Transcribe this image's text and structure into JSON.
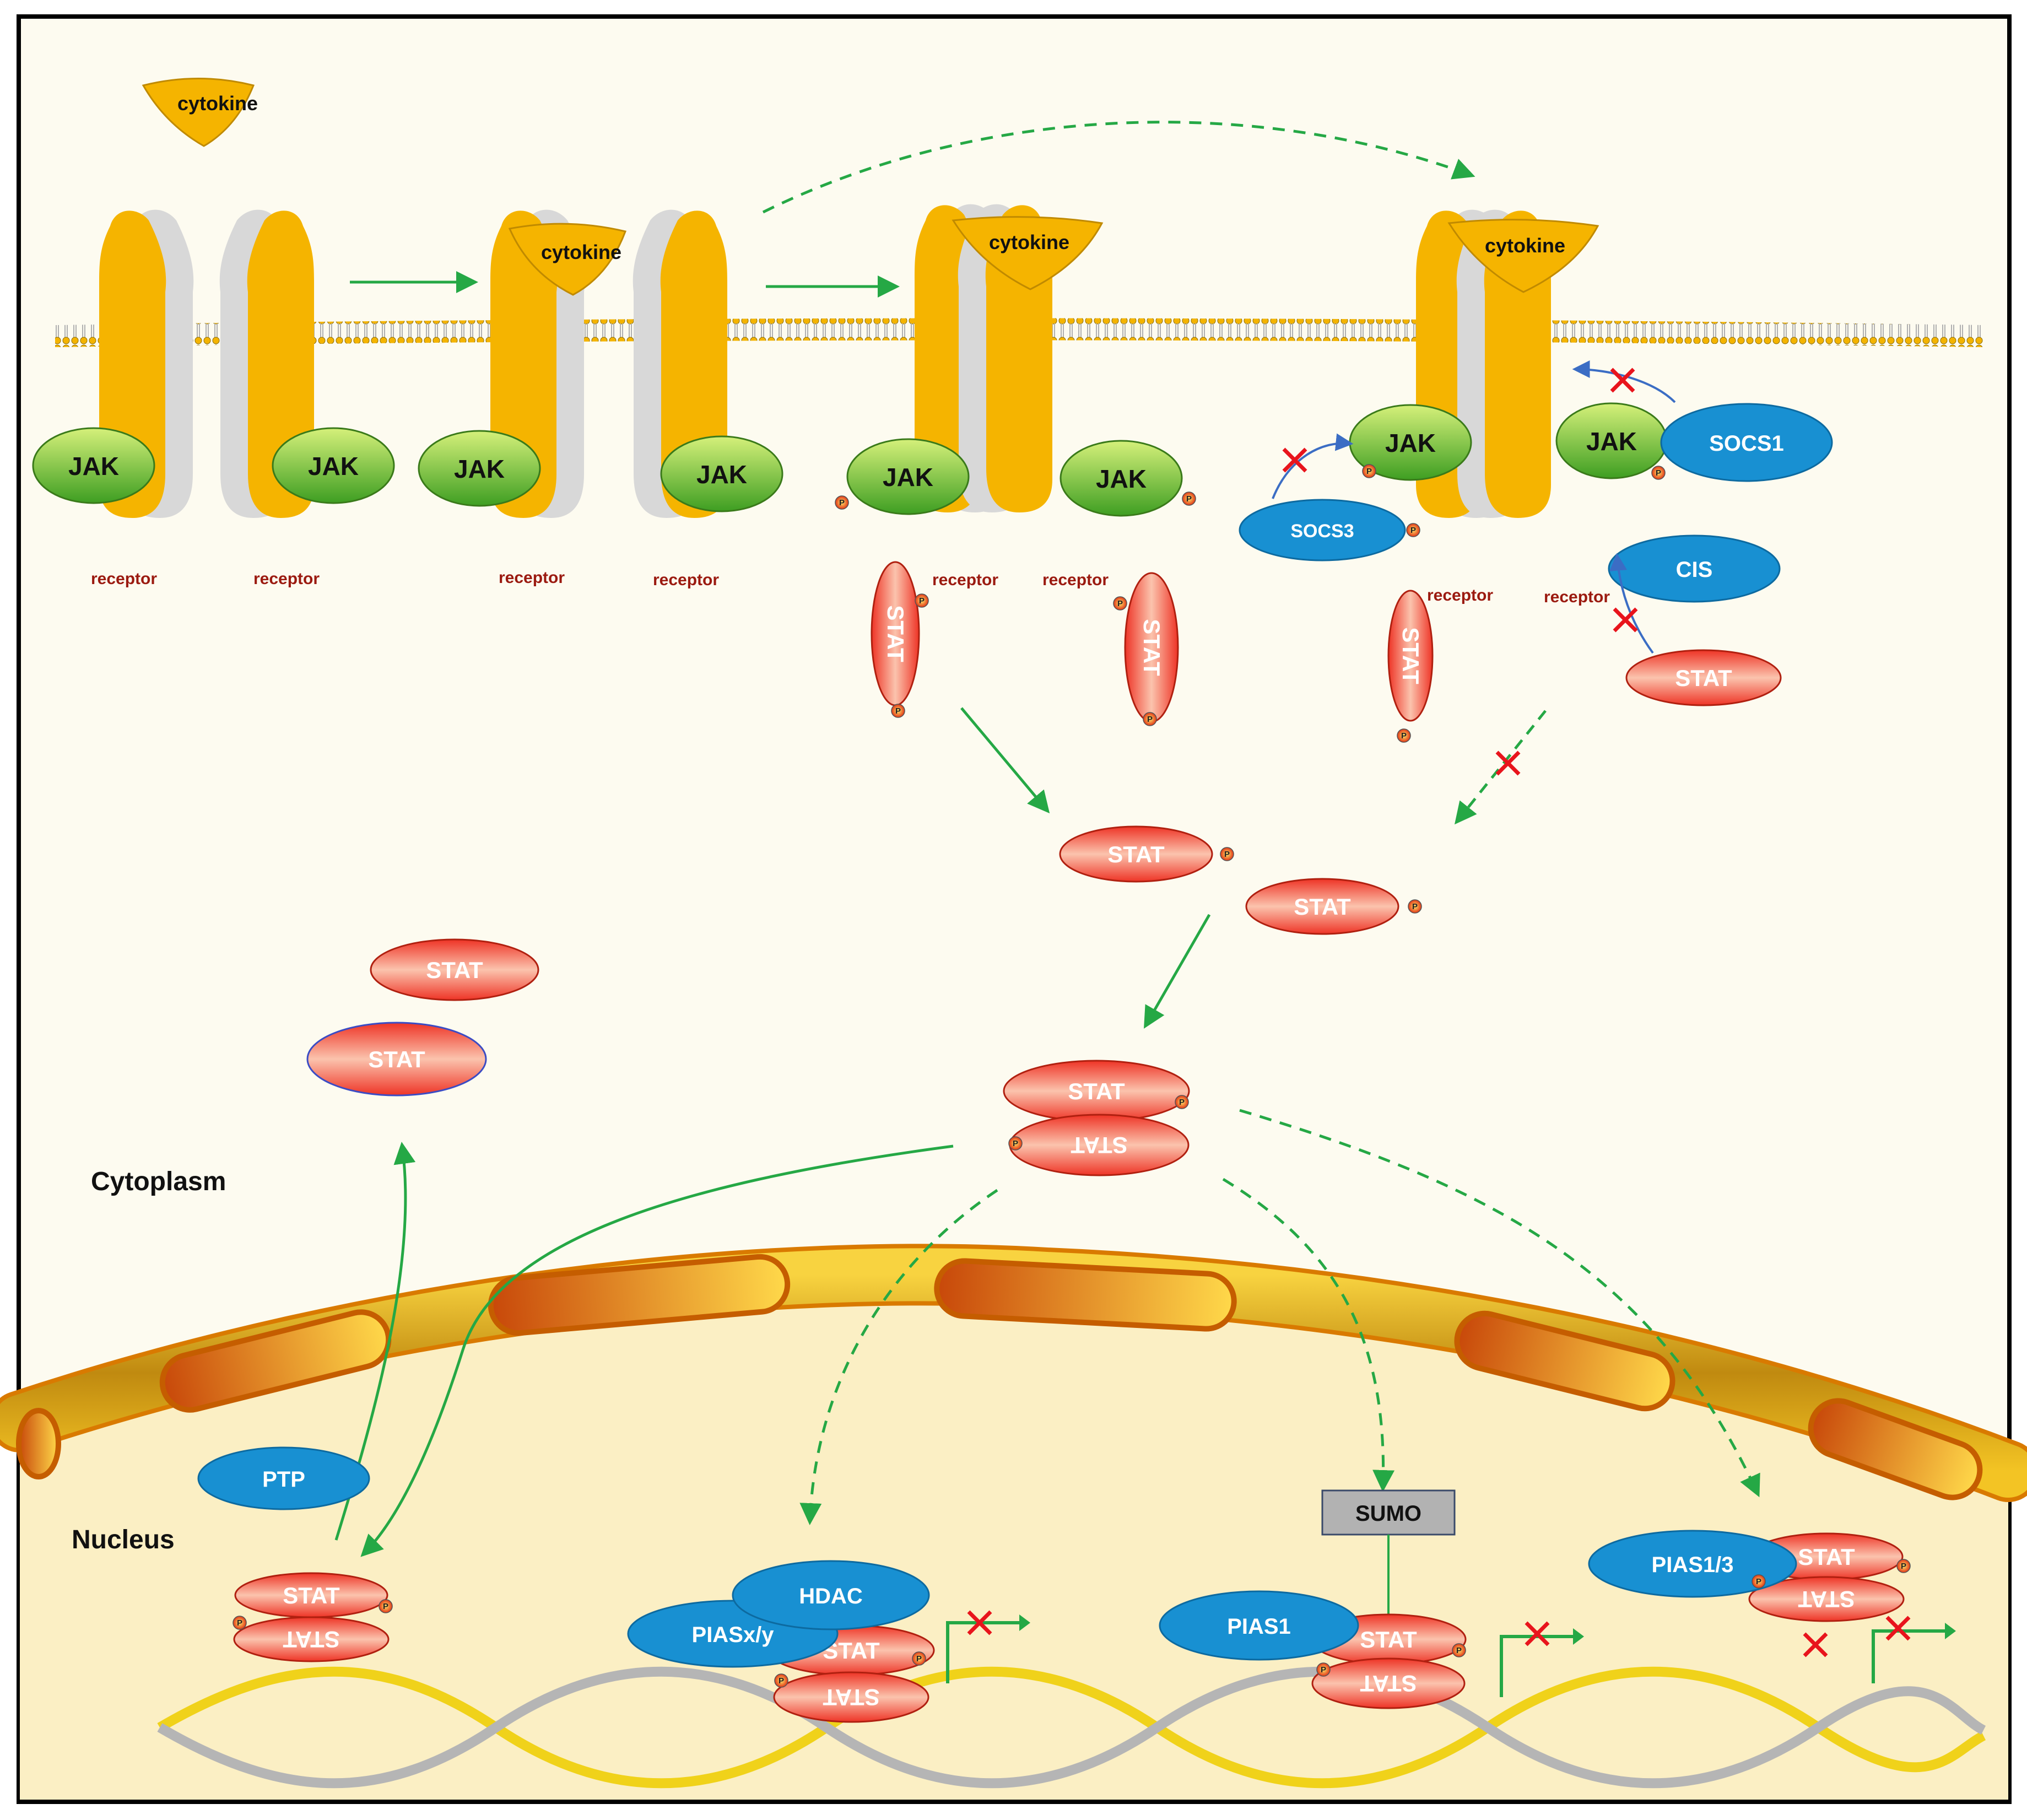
{
  "labels": {
    "cytokine": "cytokine",
    "receptor": "receptor",
    "jak": "JAK",
    "stat": "STAT",
    "p": "P",
    "socs1": "SOCS1",
    "socs3": "SOCS3",
    "cis": "CIS",
    "ptp": "PTP",
    "hdac": "HDAC",
    "piasxy": "PIASx/y",
    "pias1": "PIAS1",
    "pias13": "PIAS1/3",
    "sumo": "SUMO",
    "cytoplasm": "Cytoplasm",
    "nucleus": "Nucleus"
  },
  "colors": {
    "receptor": "#f5b400",
    "jak": "#8ccc2c",
    "stat": "#ee3a2a",
    "inhibitor": "#1890d2",
    "activation_arrow": "#25a845",
    "feedback_arrow": "#3b6dc4",
    "block": "#e8141c",
    "nucleus": "#fbefc4",
    "cytoplasm": "#fdf9e6"
  }
}
